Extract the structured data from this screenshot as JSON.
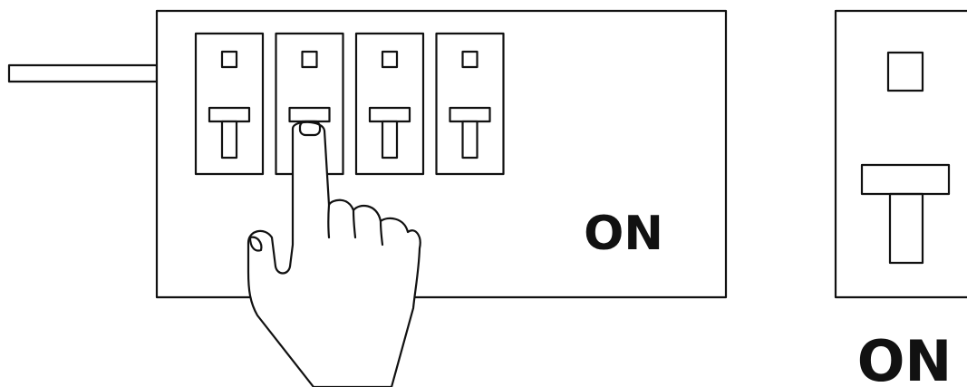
{
  "panel": {
    "state_label": "ON",
    "breaker_count": 4,
    "pressed_breaker_index": 2
  },
  "detail": {
    "state_label": "ON"
  },
  "icons": {
    "hand": "pointing-hand-icon",
    "breaker": "circuit-breaker-icon"
  },
  "colors": {
    "ink": "#111111",
    "background": "#ffffff"
  }
}
